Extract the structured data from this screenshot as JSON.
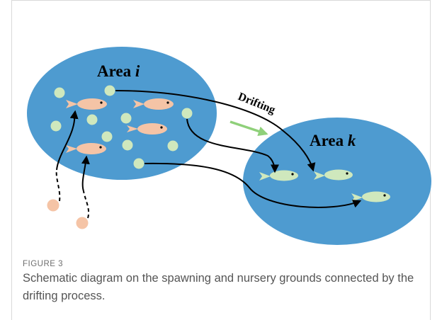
{
  "figure": {
    "number": "FIGURE 3",
    "caption": "Schematic diagram on the spawning and nursery grounds connected by the drifting process."
  },
  "diagram": {
    "area_i": {
      "label_prefix": "Area ",
      "label_var": "i"
    },
    "area_k": {
      "label_prefix": "Area ",
      "label_var": "k"
    },
    "drift_label": "Drifting"
  },
  "colors": {
    "area_fill": "#4e9bd0",
    "adult_fish": "#f5c4a6",
    "egg": "#f5c4a6",
    "larva": "#cfe8bd",
    "juvenile_fish": "#cfe8bd",
    "drift_arrow": "#8fd07a",
    "path": "#000000"
  }
}
